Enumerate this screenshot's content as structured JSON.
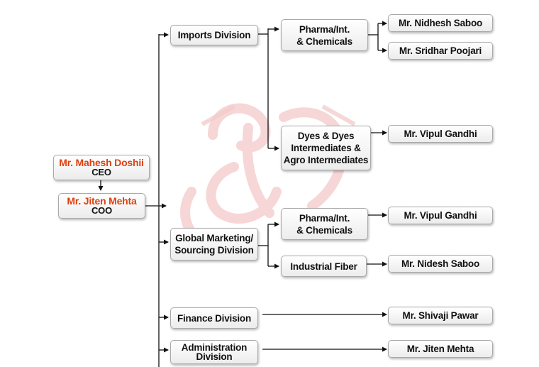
{
  "ceo": {
    "name": "Mr. Mahesh Doshii",
    "title": "CEO"
  },
  "coo": {
    "name": "Mr. Jiten Mehta",
    "title": "COO"
  },
  "divisions": {
    "imports": "Imports Division",
    "global_marketing": [
      "Global Marketing/",
      "Sourcing Division"
    ],
    "finance": "Finance Division",
    "administration": [
      "Administration",
      "Division"
    ]
  },
  "sub_divisions": {
    "imports_pharma": [
      "Pharma/Int.",
      "& Chemicals"
    ],
    "imports_dyes": [
      "Dyes & Dyes",
      "Intermediates &",
      "Agro Intermediates"
    ],
    "global_pharma": [
      "Pharma/Int.",
      "& Chemicals"
    ],
    "global_fiber": "Industrial Fiber"
  },
  "heads": {
    "nidhesh_saboo": "Mr. Nidhesh Saboo",
    "sridhar_poojari": "Mr. Sridhar Poojari",
    "vipul_gandhi_dyes": "Mr. Vipul Gandhi",
    "vipul_gandhi_pharma": "Mr. Vipul Gandhi",
    "nidesh_saboo": "Mr. Nidesh Saboo",
    "shivaji_pawar": "Mr. Shivaji Pawar",
    "jiten_mehta_admin": "Mr. Jiten Mehta"
  },
  "colors": {
    "name_accent": "#e0400f",
    "watermark": "#f3c9c9",
    "connector": "#111111"
  }
}
